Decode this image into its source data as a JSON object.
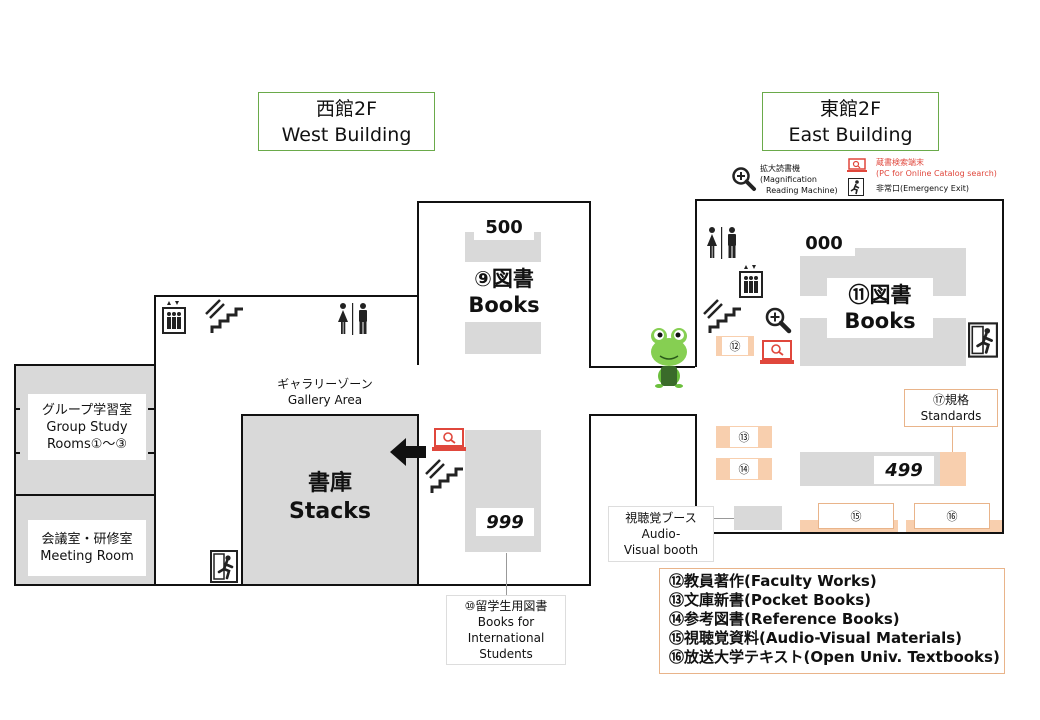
{
  "headers": {
    "west": {
      "ja": "西館2F",
      "en": "West Building"
    },
    "east": {
      "ja": "東館2F",
      "en": "East Building"
    }
  },
  "icon_legend": {
    "magnifier": {
      "ja": "拡大読書機",
      "en1": "(Magnification",
      "en2": "Reading Machine)"
    },
    "catalog_pc": {
      "ja": "蔵書検索端末",
      "en": "(PC for Online  Catalog search)"
    },
    "exit": {
      "ja": "非常口(Emergency Exit)"
    }
  },
  "rooms": {
    "group_study": {
      "l1": "グループ学習室",
      "l2": "Group Study",
      "l3": "Rooms①～③"
    },
    "meeting": {
      "l1": "会議室・研修室",
      "l2": "Meeting Room"
    },
    "gallery": {
      "l1": "ギャラリーゾーン",
      "l2": "Gallery Area"
    },
    "stacks": {
      "l1": "書庫",
      "l2": "Stacks"
    },
    "books9": {
      "l1": "⑨図書",
      "l2": "Books"
    },
    "books11": {
      "l1": "⑪図書",
      "l2": "Books"
    },
    "intl": {
      "l1": "⑩留学生用図書",
      "l2": "Books for",
      "l3": "International",
      "l4": "Students"
    },
    "av_booth": {
      "l1": "視聴覚ブース",
      "l2": "Audio-",
      "l3": "Visual booth"
    },
    "standards": {
      "l1": "⑰規格",
      "l2": "Standards"
    }
  },
  "shelf_numbers": {
    "n500": "500",
    "n000": "000",
    "n999": "999",
    "n499": "499"
  },
  "area_markers": {
    "m12": "⑫",
    "m13": "⑬",
    "m14": "⑭",
    "m15": "⑮",
    "m16": "⑯"
  },
  "legend": [
    "⑫教員著作(Faculty Works)",
    "⑬文庫新書(Pocket Books)",
    "⑭参考図書(Reference Books)",
    "⑮視聴覚資料(Audio-Visual  Materials)",
    "⑯放送大学テキスト(Open Univ. Textbooks)"
  ],
  "colors": {
    "accent_red": "#e0473c",
    "wall": "#111111",
    "shelf": "#d9d9d9",
    "peach": "#f8cfae",
    "green_border": "#6aaa4a",
    "orange_border": "#e9b48a"
  },
  "icons": [
    "restroom-icon",
    "elevator-icon",
    "stairs-icon",
    "magnifier-icon",
    "catalog-pc-icon",
    "emergency-exit-icon",
    "arrow-left-icon",
    "frog-mascot-icon"
  ]
}
